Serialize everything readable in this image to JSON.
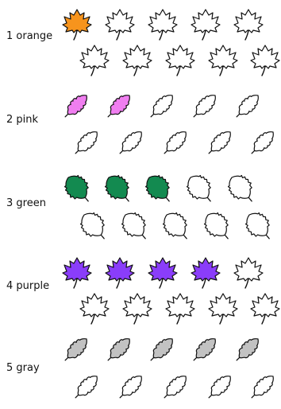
{
  "rows": [
    {
      "label": "1 orange",
      "leaf_icon": "maple-leaf-icon",
      "fill": "#f7941d",
      "colored_count": 1,
      "total_count": 10
    },
    {
      "label": "2 pink",
      "leaf_icon": "oak-leaf-icon",
      "fill": "#f07ef0",
      "colored_count": 2,
      "total_count": 10
    },
    {
      "label": "3 green",
      "leaf_icon": "birch-leaf-icon",
      "fill": "#138a50",
      "colored_count": 3,
      "total_count": 10
    },
    {
      "label": "4 purple",
      "leaf_icon": "maple-leaf-icon",
      "fill": "#8a3dfa",
      "colored_count": 4,
      "total_count": 10
    },
    {
      "label": "5 gray",
      "leaf_icon": "oak-leaf-icon",
      "fill": "#c2c2c2",
      "colored_count": 5,
      "total_count": 10
    }
  ]
}
